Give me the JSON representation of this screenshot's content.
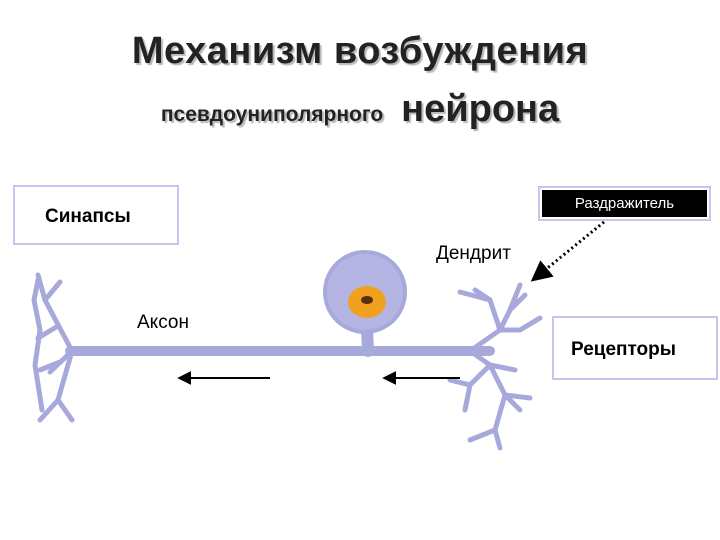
{
  "title": {
    "line1": "Механизм возбуждения",
    "line2_small": "псевдоуниполярного",
    "line2_big": "нейрона"
  },
  "labels": {
    "synapses": "Синапсы",
    "stimulus": "Раздражитель",
    "dendrite": "Дендрит",
    "axon": "Аксон",
    "receptors": "Рецепторы"
  },
  "colors": {
    "neuron": "#a8a9db",
    "nucleus": "#f0a21f",
    "nucleolus": "#5a2e10",
    "box_border": "#c3c6ef"
  }
}
